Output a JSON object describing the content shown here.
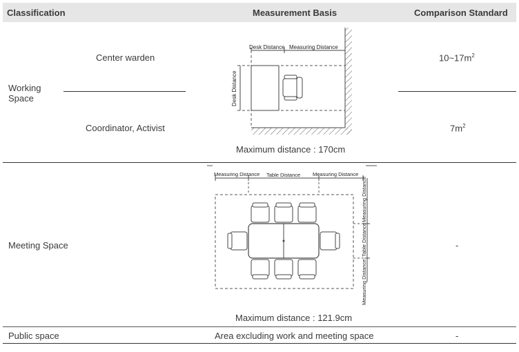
{
  "header": {
    "classification": "Classification",
    "measurement_basis": "Measurement Basis",
    "comparison_standard": "Comparison Standard"
  },
  "rows": {
    "working": {
      "label_line1": "Working",
      "label_line2": "Space",
      "sub1": "Center warden",
      "sub2": "Coordinator, Activist",
      "std1_base": "10~17m",
      "std1_sup": "2",
      "std2_base": "7m",
      "std2_sup": "2",
      "diagram": {
        "desk_distance": "Desk Distance",
        "measuring_distance": "Measuring Distance",
        "desk_distance_vertical": "Desk Distance"
      },
      "caption": "Maximum distance : 170cm"
    },
    "meeting": {
      "label": "Meeting Space",
      "std": "-",
      "diagram": {
        "measuring_distance_left": "Measuring Distance",
        "table_distance": "Table Distance",
        "measuring_distance_right": "Measuring Distance",
        "v_measuring_top": "Measuring Distance",
        "v_table": "Table Distance",
        "v_measuring_bottom": "Measuring Distance"
      },
      "caption": "Maximum distance : 121.9cm"
    },
    "public": {
      "label": "Public space",
      "basis": "Area excluding work and meeting space",
      "std": "-"
    }
  }
}
